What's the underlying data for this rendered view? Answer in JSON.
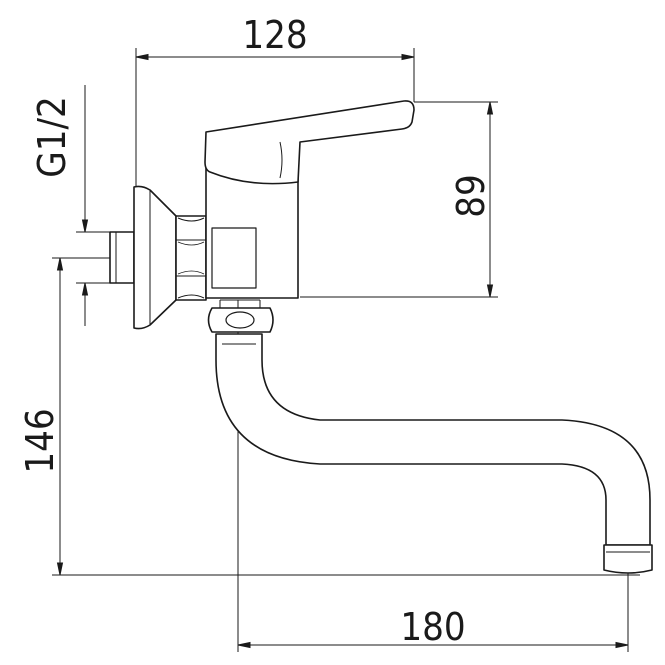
{
  "dimensions": {
    "width_top": "128",
    "height_right": "89",
    "thread": "G1/2",
    "height_left": "146",
    "width_bottom": "180"
  }
}
